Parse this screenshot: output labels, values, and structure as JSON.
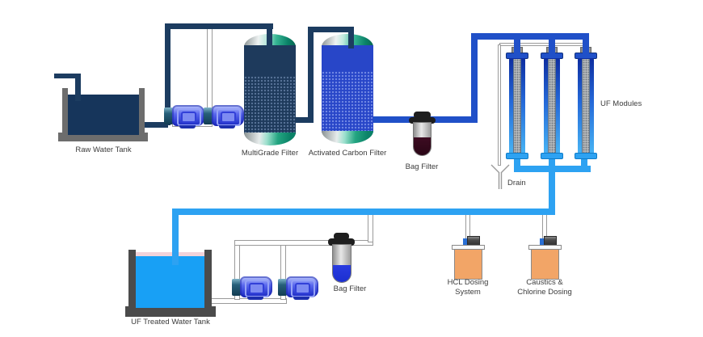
{
  "diagram": {
    "labels": {
      "raw_water_tank": "Raw Water Tank",
      "multigrade_filter": "MultiGrade Filter",
      "activated_carbon_filter": "Activated Carbon Filter",
      "bag_filter_top": "Bag Filter",
      "uf_modules": "UF Modules",
      "drain": "Drain",
      "uf_treated_water_tank": "UF Treated Water Tank",
      "bag_filter_bottom": "Bag Filter",
      "hcl_dosing_line1": "HCL Dosing",
      "hcl_dosing_line2": "System",
      "caustics_line1": "Caustics &",
      "caustics_line2": "Chlorine Dosing"
    },
    "colors": {
      "raw_pipe": "#1c3c60",
      "filtered_pipe": "#2050c8",
      "uf_pipe": "#2da2f2",
      "gray_pipe": "#9a9a9a",
      "raw_water": "#16355b",
      "treated_water": "#18a0f5",
      "raw_tank_wall": "#6d6d6d",
      "treated_tank_wall": "#4b4b4b",
      "multigrade_media": "#1e3a5c",
      "carbon_media": "#2846c8",
      "dosing_tank": "#f2a567",
      "bag_liquid_top": "#3d0c22",
      "bag_liquid_bottom": "#1b2fd0"
    }
  }
}
